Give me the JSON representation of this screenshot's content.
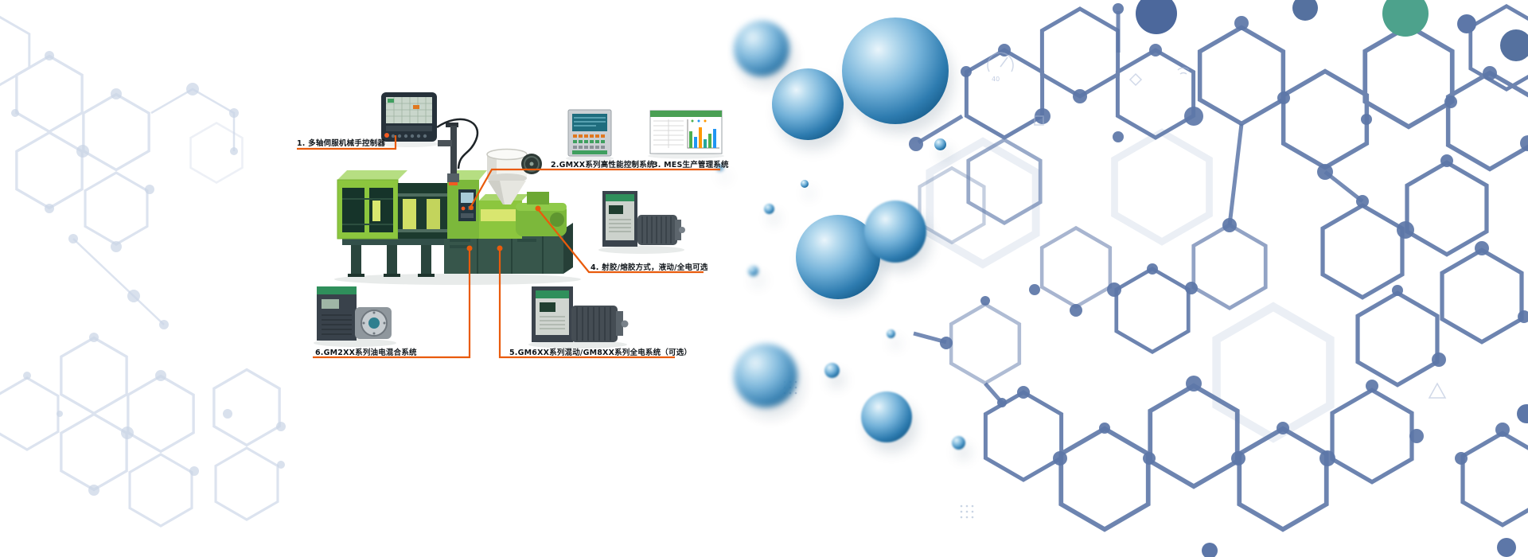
{
  "banner": {
    "description": "Injection molding machine system callout diagram on molecular-technology background",
    "accent_color": "#E95B0C"
  },
  "labels": [
    {
      "id": "1",
      "text": "1. 多轴伺服机械手控制器"
    },
    {
      "id": "2",
      "text": "2.GMXX系列高性能控制系统"
    },
    {
      "id": "3",
      "text": "3. MES生产管理系统"
    },
    {
      "id": "4",
      "text": "4. 射胶/熔胶方式，液动/全电可选"
    },
    {
      "id": "5",
      "text": "5.GM6XX系列混动/GM8XX系列全电系统（可选）"
    },
    {
      "id": "6",
      "text": "6.GM2XX系列油电混合系统"
    }
  ],
  "components": [
    {
      "icon": "handheld-pendant-controller"
    },
    {
      "icon": "machine-control-panel"
    },
    {
      "icon": "mes-dashboard-screen"
    },
    {
      "icon": "servo-drive-with-motor"
    },
    {
      "icon": "hybrid-drive-with-motor"
    },
    {
      "icon": "hybrid-drive-with-rotary-pump"
    }
  ],
  "decor": {
    "gauge_value": "40",
    "icons": [
      "molecule-network",
      "molecule-sphere",
      "gauge-icon",
      "triangle-icon",
      "diamond-icon",
      "dot-grid"
    ]
  },
  "colors": {
    "machine_green": "#8CC63E",
    "machine_base": "#37564B",
    "accent_orange": "#E95B0C",
    "molecule_blue": "#5D77A8",
    "molecule_light": "#C9D4E6",
    "sphere_blue": "#1F6FA8"
  }
}
